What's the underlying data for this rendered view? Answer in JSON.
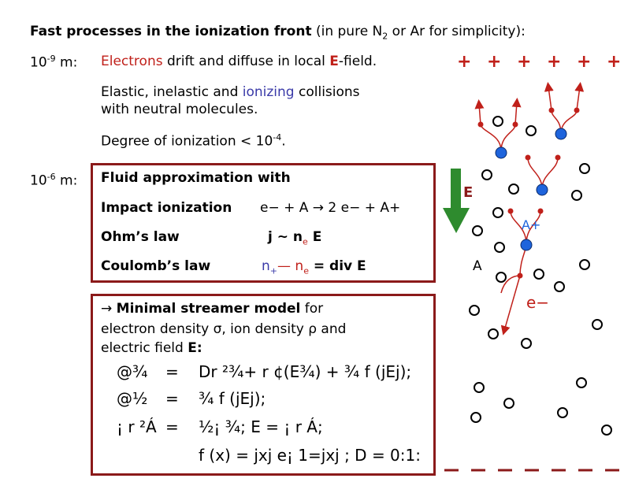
{
  "title": {
    "bold": "Fast processes in the ionization front",
    "note_pre": "(in pure N",
    "note_sub": "2",
    "note_post": " or Ar for simplicity):"
  },
  "row1": {
    "scale_pre": "10",
    "scale_exp": "-9",
    "scale_post": " m:",
    "electrons": "Electrons",
    "text1": " drift and diffuse in local ",
    "e": "E",
    "text2": "-field."
  },
  "row2": {
    "line1_pre": "Elastic, inelastic and ",
    "ionizing": "ionizing",
    "line1_post": " collisions",
    "line2": "with neutral molecules."
  },
  "row3": {
    "pre": "Degree of ionization < 10",
    "exp": "-4",
    "post": "."
  },
  "row4": {
    "scale_pre": "10",
    "scale_exp": "-6",
    "scale_post": " m:"
  },
  "fluid_box": {
    "heading": "Fluid approximation with",
    "impact_label": "Impact ionization",
    "impact_eq": "e− + A → 2 e− + A+",
    "ohm_label": "Ohm’s law",
    "ohm_eq_pre": "j ~ n",
    "ohm_eq_sub": "e",
    "ohm_eq_post": " E",
    "coulomb_label": "Coulomb’s law",
    "coulomb_pre": "n",
    "coulomb_sub1": "+",
    "coulomb_mid": "— n",
    "coulomb_sub2": "e",
    "coulomb_post": " = div E"
  },
  "model_box": {
    "arrow": "→ ",
    "heading": "Minimal streamer model",
    "for": "for",
    "line2": "electron density σ, ion density ρ and",
    "line3_pre": "electric field ",
    "line3_bold": "E:",
    "eqs": [
      {
        "lhs": "@¾",
        "op": "=",
        "rhs": "Dr  ²¾+ r  ¢(E¾) + ¾ f (jEj);"
      },
      {
        "lhs": "@½",
        "op": "=",
        "rhs": "¾ f (jEj);"
      },
      {
        "lhs": "¡ r  ²Á",
        "op": "=",
        "rhs": "½¡ ¾;      E = ¡ r  Á;"
      },
      {
        "lhs": "",
        "op": "",
        "rhs": "f (x) = jxj e¡ 1=jxj ;    D = 0:1:"
      }
    ]
  },
  "figure": {
    "plus_signs": [
      "+",
      "+",
      "+",
      "+",
      "+",
      "+"
    ],
    "field_label": "E",
    "ion_label": "A+",
    "neutral_label": "A",
    "electron_label": "e−",
    "colors": {
      "arrow": "#2e8b2e",
      "electron": "#b03020",
      "ion": "#1e64dc",
      "positive": "#c0201a",
      "box": "#8b1a1a"
    }
  }
}
